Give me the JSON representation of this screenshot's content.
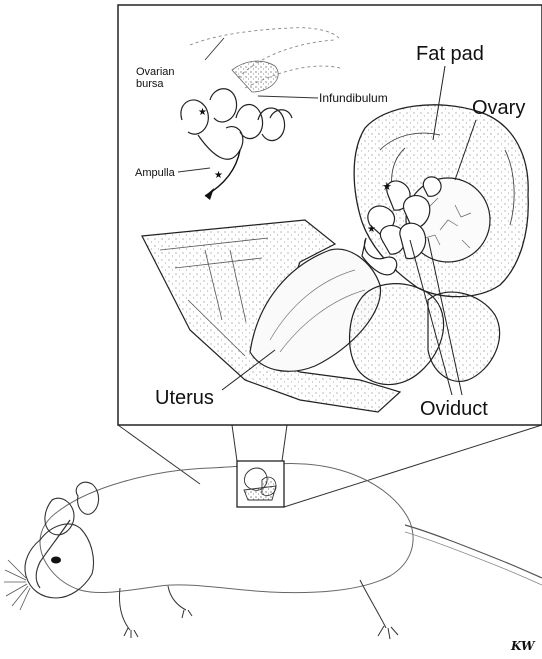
{
  "labels": {
    "fat_pad": "Fat pad",
    "ovary": "Ovary",
    "uterus": "Uterus",
    "oviduct": "Oviduct",
    "ovarian_bursa": "Ovarian bursa",
    "infundibulum": "Infundibulum",
    "ampulla": "Ampulla"
  },
  "signature": "KW",
  "colors": {
    "ink": "#111111",
    "background": "#ffffff",
    "panel_border": "#222222",
    "sketch": "#9a9a9a"
  }
}
